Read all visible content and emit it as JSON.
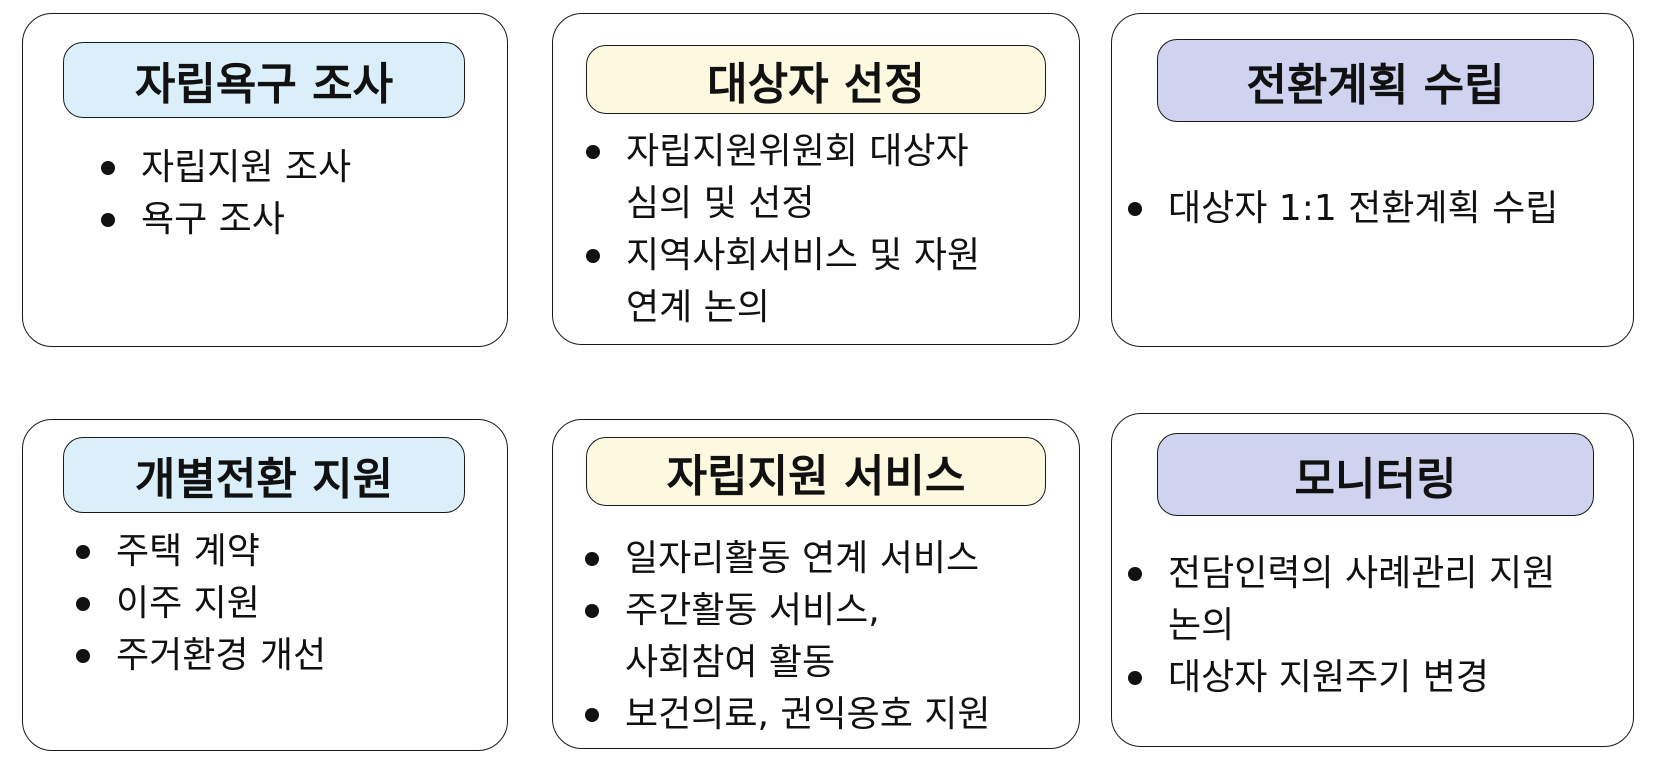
{
  "cards": [
    {
      "title": "자립욕구 조사",
      "color": "#dbeffb",
      "items": [
        "자립지원 조사",
        "욕구 조사"
      ]
    },
    {
      "title": "대상자 선정",
      "color": "#fdf9e1",
      "items": [
        "자립지원위원회 대상자\n심의 및 선정",
        "지역사회서비스 및 자원\n연계 논의"
      ]
    },
    {
      "title": "전환계획 수립",
      "color": "#cfd3ef",
      "items": [
        "대상자 1:1 전환계획 수립"
      ]
    },
    {
      "title": "개별전환 지원",
      "color": "#dbeffb",
      "items": [
        "주택 계약",
        "이주 지원",
        "주거환경 개선"
      ]
    },
    {
      "title": "자립지원 서비스",
      "color": "#fdf9e1",
      "items": [
        "일자리활동 연계 서비스",
        "주간활동 서비스,\n사회참여 활동",
        "보건의료, 권익옹호 지원"
      ]
    },
    {
      "title": "모니터링",
      "color": "#cfd3ef",
      "items": [
        "전담인력의 사례관리 지원\n논의",
        "대상자 지원주기 변경"
      ]
    }
  ]
}
